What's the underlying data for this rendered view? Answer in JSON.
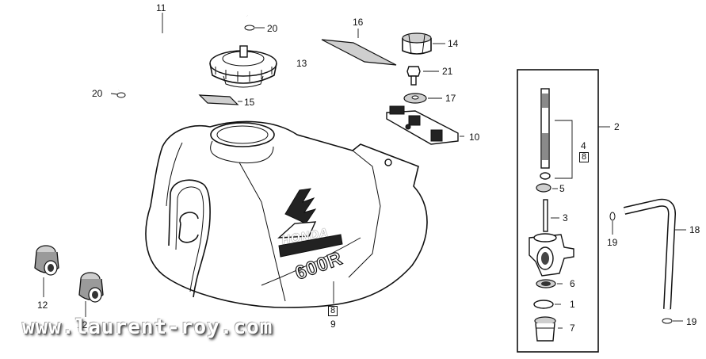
{
  "parts": [
    {
      "id": "p1",
      "number": "1"
    },
    {
      "id": "p2",
      "number": "2"
    },
    {
      "id": "p3",
      "number": "3"
    },
    {
      "id": "p4",
      "number": "4"
    },
    {
      "id": "p5",
      "number": "5"
    },
    {
      "id": "p6",
      "number": "6"
    },
    {
      "id": "p7",
      "number": "7"
    },
    {
      "id": "p9",
      "number": "9"
    },
    {
      "id": "p10",
      "number": "10"
    },
    {
      "id": "p11",
      "number": "11"
    },
    {
      "id": "p12a",
      "number": "12"
    },
    {
      "id": "p12b",
      "number": "12"
    },
    {
      "id": "p13",
      "number": "13"
    },
    {
      "id": "p14",
      "number": "14"
    },
    {
      "id": "p15",
      "number": "15"
    },
    {
      "id": "p16",
      "number": "16"
    },
    {
      "id": "p17",
      "number": "17"
    },
    {
      "id": "p18",
      "number": "18"
    },
    {
      "id": "p19a",
      "number": "19"
    },
    {
      "id": "p19b",
      "number": "19"
    },
    {
      "id": "p20a",
      "number": "20"
    },
    {
      "id": "p20b",
      "number": "20"
    },
    {
      "id": "p21",
      "number": "21"
    }
  ],
  "sub_refs": {
    "ref4": "8",
    "ref9": "8"
  },
  "tank_text": {
    "brand": "HONDA",
    "model": "600R"
  },
  "watermark": "www.laurent-roy.com"
}
